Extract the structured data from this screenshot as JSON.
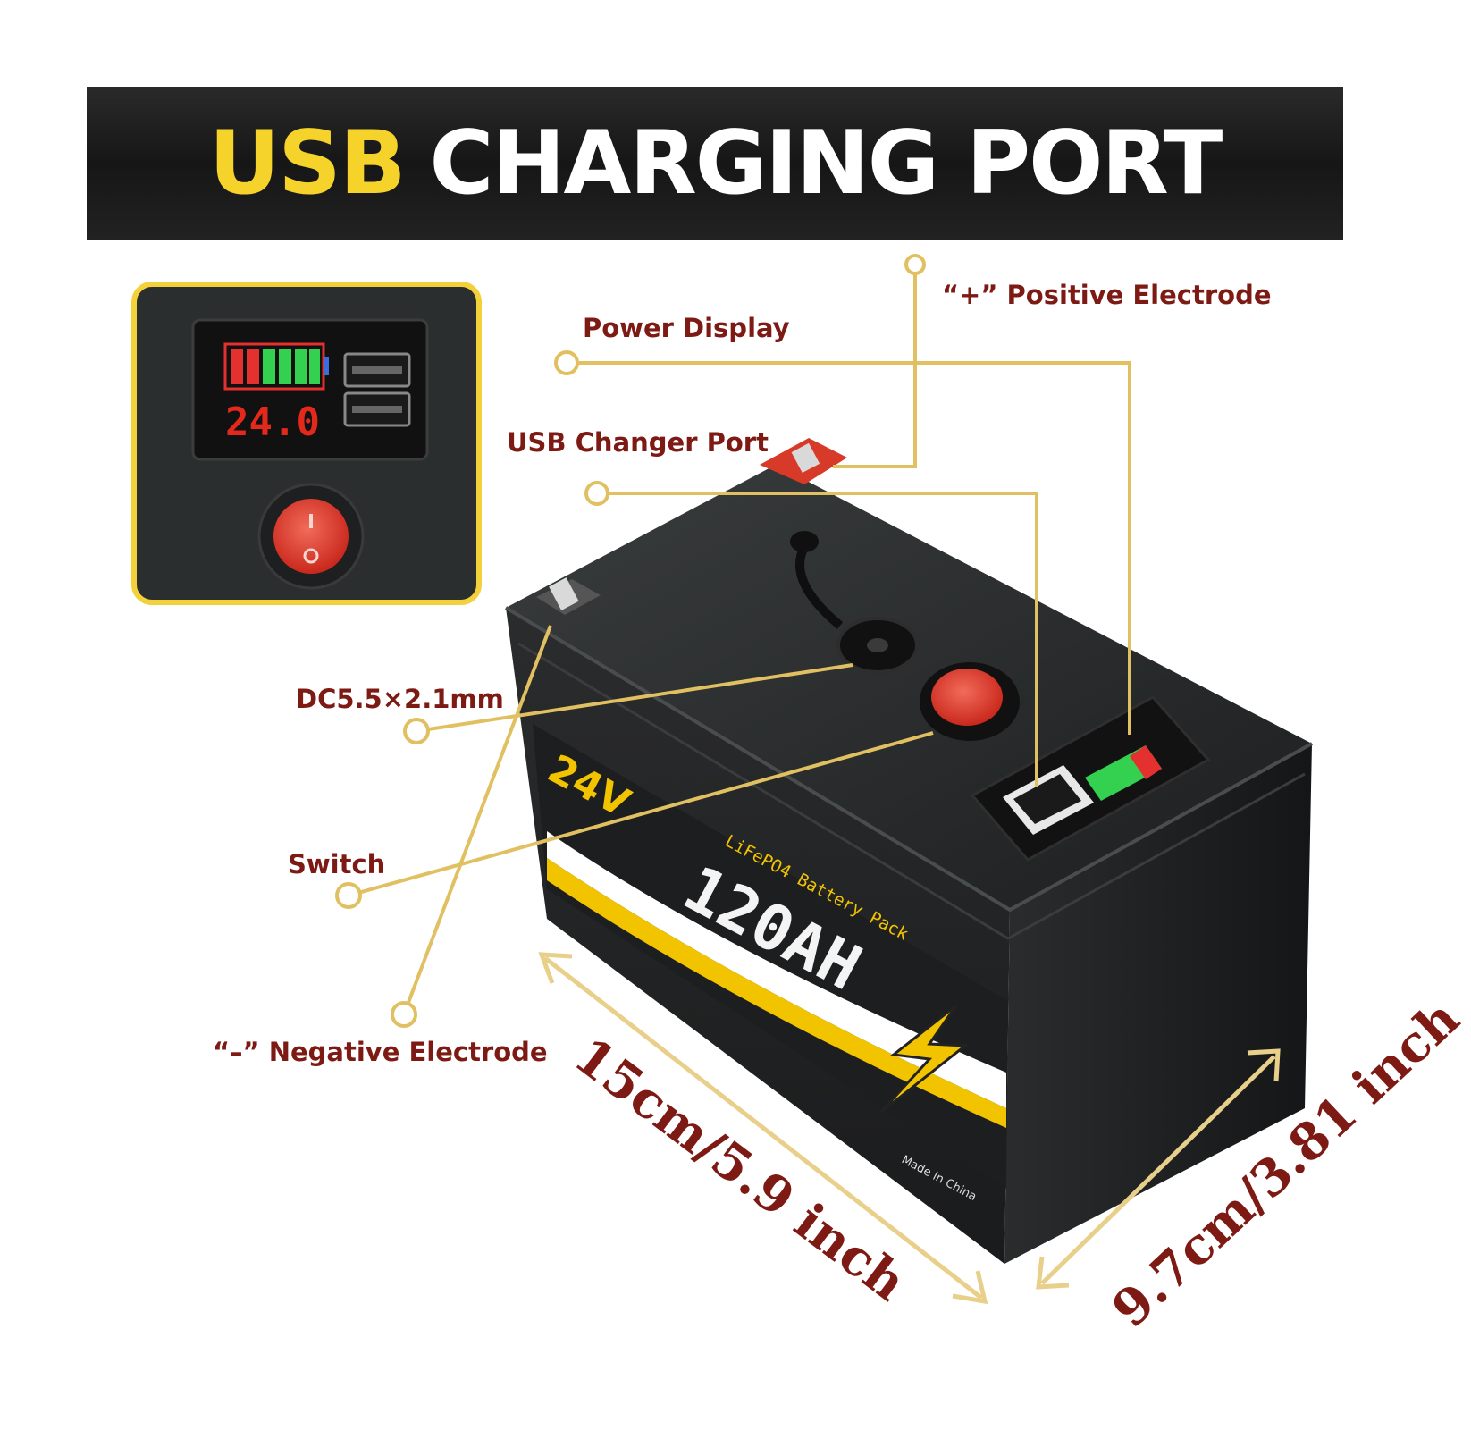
{
  "banner": {
    "highlight": "USB",
    "rest": "CHARGING PORT"
  },
  "inset": {
    "voltage_readout": "24.0"
  },
  "labels": {
    "positive": "“+” Positive Electrode",
    "power_display": "Power Display",
    "usb_port": "USB Changer Port",
    "dc_jack": "DC5.5×2.1mm",
    "switch": "Switch",
    "negative": "“–” Negative Electrode"
  },
  "battery": {
    "voltage": "24V",
    "chemistry": "LiFePO4 Battery Pack",
    "capacity": "120AH",
    "origin": "Made in China"
  },
  "dimensions": {
    "length": "15cm/5.9 inch",
    "width": "9.7cm/3.81 inch"
  },
  "colors": {
    "accent": "#f6d32a",
    "label": "#7d1a14",
    "leader": "#e0c060"
  }
}
